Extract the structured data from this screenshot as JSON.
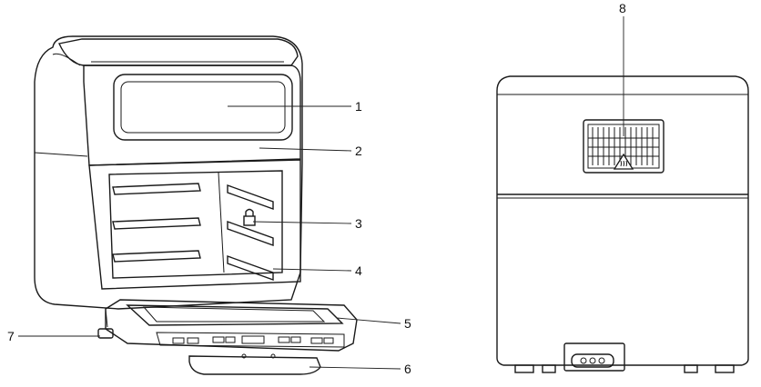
{
  "callouts": {
    "c1": "1",
    "c2": "2",
    "c3": "3",
    "c4": "4",
    "c5": "5",
    "c6": "6",
    "c7": "7",
    "c8": "8"
  },
  "icons": {
    "hot_surface": "hot-surface-warning-icon",
    "lock": "lock-icon"
  },
  "colors": {
    "line": "#1a1a1a",
    "background": "#ffffff"
  }
}
